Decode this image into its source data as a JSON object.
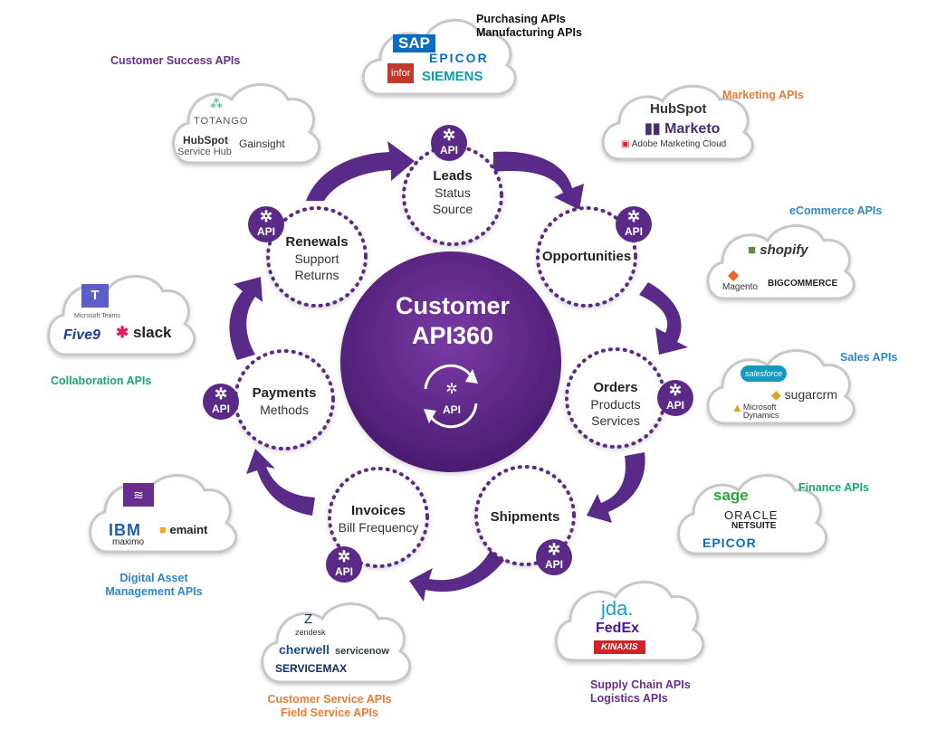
{
  "center": {
    "line1": "Customer",
    "line2": "API360",
    "api": "API"
  },
  "nodes": [
    {
      "id": "leads",
      "title": "Leads",
      "lines": [
        "Status",
        "Source"
      ],
      "api": "API"
    },
    {
      "id": "opportunities",
      "title": "Opportunities",
      "lines": [],
      "api": "API"
    },
    {
      "id": "orders",
      "title": "Orders",
      "lines": [
        "Products",
        "Services"
      ],
      "api": "API"
    },
    {
      "id": "shipments",
      "title": "Shipments",
      "lines": [],
      "api": "API"
    },
    {
      "id": "invoices",
      "title": "Invoices",
      "lines": [
        "Bill Frequency"
      ],
      "api": "API"
    },
    {
      "id": "payments",
      "title": "Payments",
      "lines": [
        "Methods"
      ],
      "api": "API"
    },
    {
      "id": "renewals",
      "title": "Renewals",
      "lines": [
        "Support",
        "Returns"
      ],
      "api": "API"
    }
  ],
  "clouds": {
    "purchasing": {
      "label": [
        "Purchasing APIs",
        "Manufacturing APIs"
      ],
      "color": "#111111",
      "logos": [
        "SAP",
        "EPICOR",
        "infor",
        "SIEMENS"
      ]
    },
    "marketing": {
      "label": [
        "Marketing APIs"
      ],
      "color": "#f07a30",
      "logos": [
        "HubSpot",
        "Marketo",
        "Adobe Marketing Cloud"
      ]
    },
    "ecommerce": {
      "label": [
        "eCommerce APIs"
      ],
      "color": "#2d87c8",
      "logos": [
        "shopify",
        "Magento",
        "BIGCOMMERCE"
      ]
    },
    "sales": {
      "label": [
        "Sales APIs"
      ],
      "color": "#2d87c8",
      "logos": [
        "salesforce",
        "sugarcrm",
        "Microsoft",
        "Dynamics"
      ]
    },
    "finance": {
      "label": [
        "Finance APIs"
      ],
      "color": "#19a86b",
      "logos": [
        "sage",
        "ORACLE",
        "NETSUITE",
        "EPICOR"
      ]
    },
    "supply": {
      "label": [
        "Supply Chain APIs",
        "Logistics APIs"
      ],
      "color": "#6a2d8f",
      "logos": [
        "jda.",
        "FedEx",
        "KINAXIS"
      ]
    },
    "service": {
      "label": [
        "Customer Service APIs",
        "Field Service APIs"
      ],
      "color": "#f07a30",
      "logos": [
        "zendesk",
        "cherwell",
        "servicenow",
        "SERVICEMAX"
      ]
    },
    "asset": {
      "label": [
        "Digital Asset",
        "Management APIs"
      ],
      "color": "#2d87c8",
      "logos": [
        "IBM",
        "maximo",
        "emaint"
      ]
    },
    "collab": {
      "label": [
        "Collaboration APIs"
      ],
      "color": "#19a86b",
      "logos": [
        "Microsoft Teams",
        "Five9",
        "slack"
      ]
    },
    "success": {
      "label": [
        "Customer Success APIs"
      ],
      "color": "#6a2d8f",
      "logos": [
        "TOTANGO",
        "HubSpot",
        "Service Hub",
        "Gainsight"
      ]
    }
  },
  "colors": {
    "purple": "#5b2a86",
    "arrow": "#5a2a88",
    "orange": "#f07a30",
    "blue": "#2d87c8",
    "green": "#19a86b"
  },
  "icons": {
    "api": "network-icon",
    "center": "refresh-icon"
  }
}
